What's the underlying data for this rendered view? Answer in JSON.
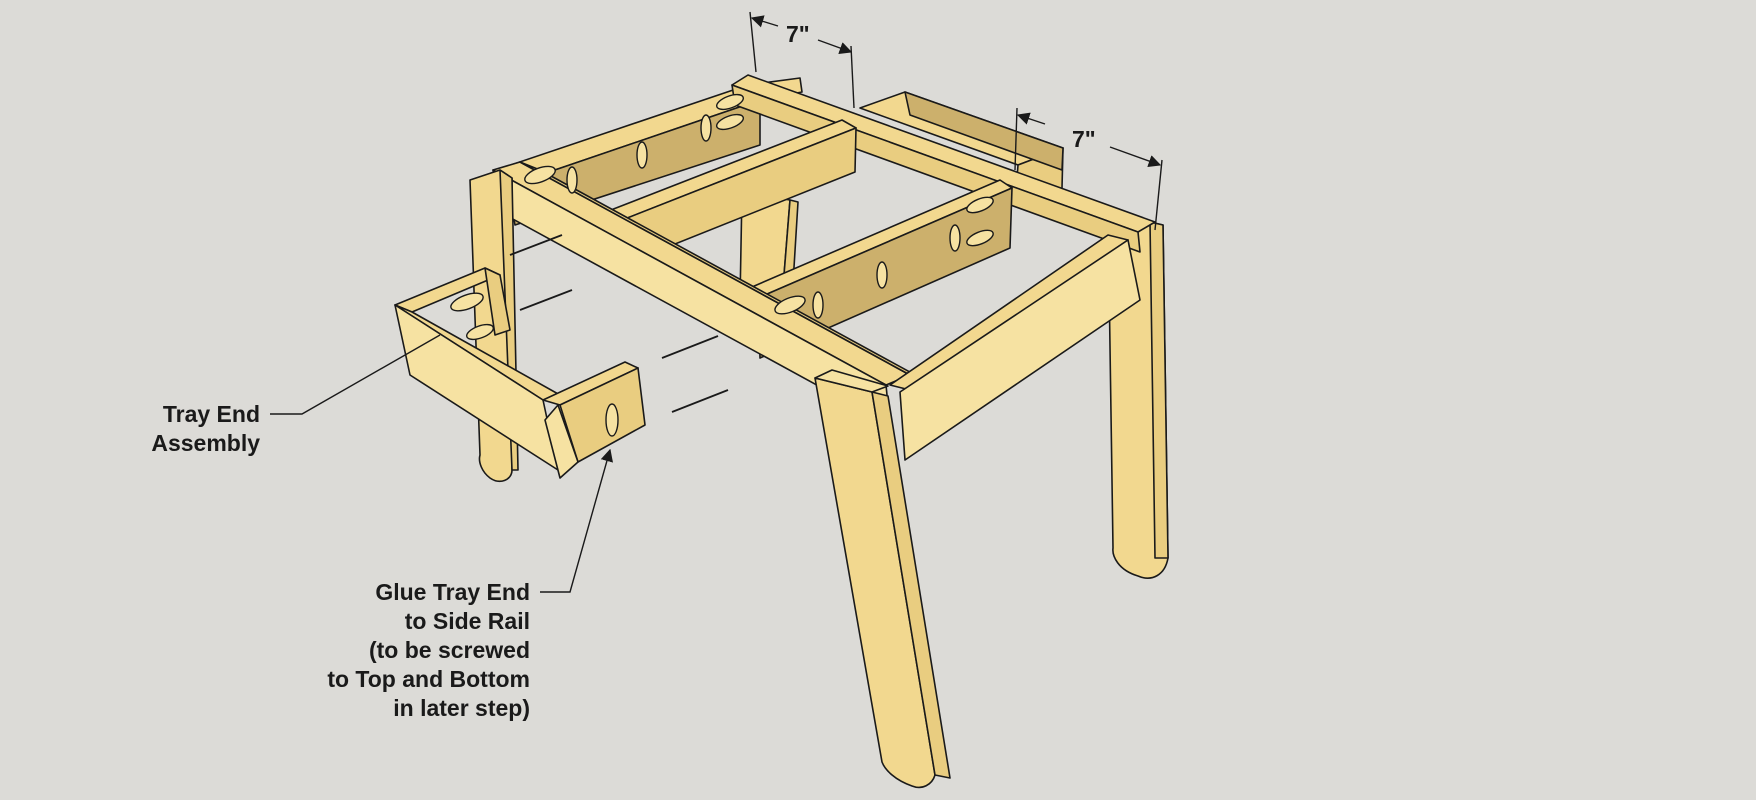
{
  "dimensions": [
    {
      "id": "top-rail-spacing",
      "text": "7\""
    },
    {
      "id": "rail-to-side-spacing",
      "text": "7\""
    }
  ],
  "callouts": {
    "tray_end": {
      "lines": [
        "Tray End",
        "Assembly"
      ]
    },
    "glue": {
      "lines": [
        "Glue Tray End",
        "to Side Rail",
        "(to be screwed",
        "to Top and Bottom",
        "in later step)"
      ]
    }
  },
  "colors": {
    "background": "#dcdbd7",
    "wood_top": "#f2d88f",
    "wood_side": "#e9cd80",
    "wood_front": "#f6e2a2",
    "wood_inner": "#ccb06c",
    "outline": "#1a1a1a"
  }
}
